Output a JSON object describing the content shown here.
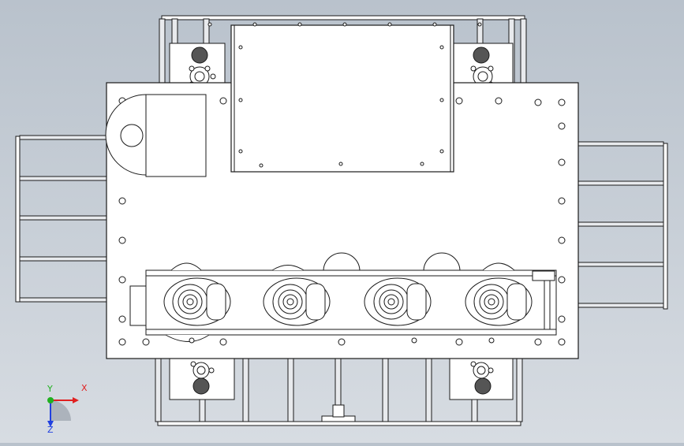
{
  "viewport": {
    "background_top": "#b9c2cc",
    "background_bottom": "#d7dce2",
    "plate_fill": "#ffffff",
    "line_color": "#1a1a1a"
  },
  "triad": {
    "x_label": "X",
    "y_label": "Y",
    "z_label": "Z",
    "x_color": "#e02020",
    "y_color": "#20b020",
    "z_color": "#2040e0"
  }
}
